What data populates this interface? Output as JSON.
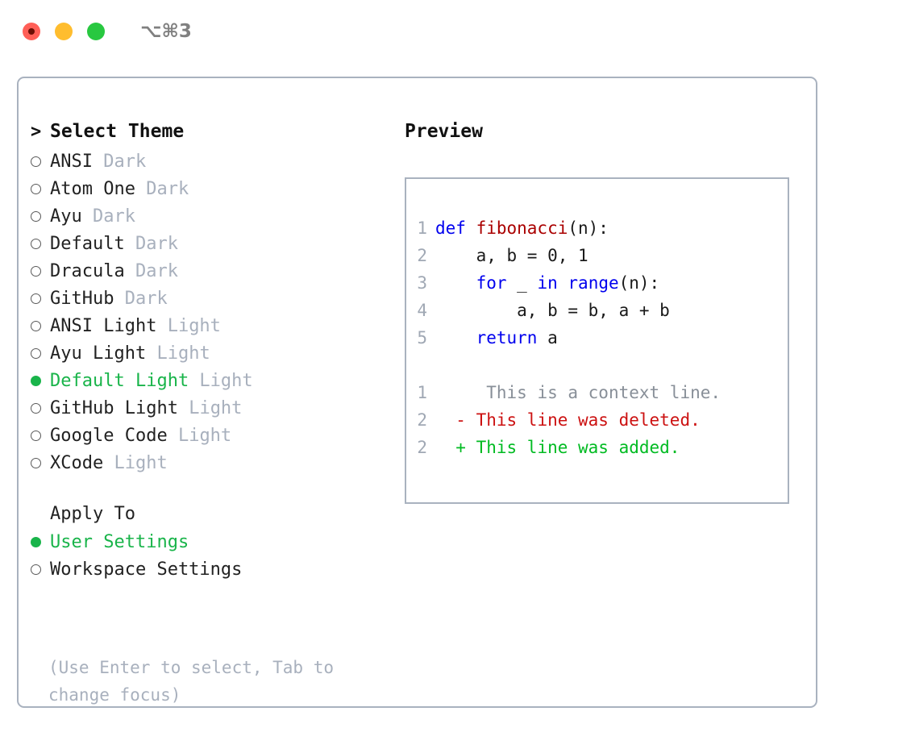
{
  "window": {
    "shortcut": "⌥⌘3",
    "lights": [
      "close-light",
      "minimize-light",
      "maximize-light"
    ]
  },
  "theme_panel": {
    "header": {
      "prefix": ">",
      "title": "Select Theme"
    },
    "items": [
      {
        "marker": "o",
        "selected": false,
        "label": "ANSI",
        "suffix": "Dark"
      },
      {
        "marker": "o",
        "selected": false,
        "label": "Atom One",
        "suffix": "Dark"
      },
      {
        "marker": "o",
        "selected": false,
        "label": "Ayu",
        "suffix": "Dark"
      },
      {
        "marker": "o",
        "selected": false,
        "label": "Default",
        "suffix": "Dark"
      },
      {
        "marker": "o",
        "selected": false,
        "label": "Dracula",
        "suffix": "Dark"
      },
      {
        "marker": "o",
        "selected": false,
        "label": "GitHub",
        "suffix": "Dark"
      },
      {
        "marker": "o",
        "selected": false,
        "label": "ANSI Light",
        "suffix": "Light"
      },
      {
        "marker": "o",
        "selected": false,
        "label": "Ayu Light",
        "suffix": "Light"
      },
      {
        "marker": "●",
        "selected": true,
        "label": "Default Light",
        "suffix": "Light"
      },
      {
        "marker": "o",
        "selected": false,
        "label": "GitHub Light",
        "suffix": "Light"
      },
      {
        "marker": "o",
        "selected": false,
        "label": "Google Code",
        "suffix": "Light"
      },
      {
        "marker": "o",
        "selected": false,
        "label": "XCode",
        "suffix": "Light"
      }
    ],
    "apply_to": {
      "title": "Apply To",
      "options": [
        {
          "selected": true,
          "label": "User Settings"
        },
        {
          "selected": false,
          "label": "Workspace Settings"
        }
      ]
    },
    "hint": "(Use Enter to select, Tab to change focus)"
  },
  "preview": {
    "title": "Preview",
    "code": [
      {
        "num": "1",
        "tokens": [
          {
            "t": "def ",
            "c": "kw"
          },
          {
            "t": "fibonacci",
            "c": "fn"
          },
          {
            "t": "(n):",
            "c": "plain"
          }
        ]
      },
      {
        "num": "2",
        "tokens": [
          {
            "t": "    a, b = 0, 1",
            "c": "plain"
          }
        ]
      },
      {
        "num": "3",
        "tokens": [
          {
            "t": "    ",
            "c": "plain"
          },
          {
            "t": "for",
            "c": "kw"
          },
          {
            "t": " _ ",
            "c": "plain"
          },
          {
            "t": "in",
            "c": "kw"
          },
          {
            "t": " ",
            "c": "plain"
          },
          {
            "t": "range",
            "c": "kw"
          },
          {
            "t": "(n):",
            "c": "plain"
          }
        ]
      },
      {
        "num": "4",
        "tokens": [
          {
            "t": "        a, b = b, a + b",
            "c": "plain"
          }
        ]
      },
      {
        "num": "5",
        "tokens": [
          {
            "t": "    ",
            "c": "kw"
          },
          {
            "t": "return",
            "c": "kw"
          },
          {
            "t": " a",
            "c": "plain"
          }
        ]
      }
    ],
    "diff": [
      {
        "num": "1",
        "sign": " ",
        "text": "  This is a context line.",
        "kind": "diff-ctx"
      },
      {
        "num": "2",
        "sign": "-",
        "text": " This line was deleted.",
        "kind": "diff-del"
      },
      {
        "num": "2",
        "sign": "+",
        "text": " This line was added.",
        "kind": "diff-add"
      }
    ]
  },
  "colors": {
    "accent_green": "#19b44a",
    "muted": "#a8b0bd",
    "border": "#a9b2bf",
    "keyword_blue": "#0000ee",
    "function_red": "#aa0000",
    "diff_add": "#00bb22",
    "diff_del": "#cc1111",
    "light_close": "#ff5f57",
    "light_min": "#ffbd2e",
    "light_max": "#28c840"
  }
}
